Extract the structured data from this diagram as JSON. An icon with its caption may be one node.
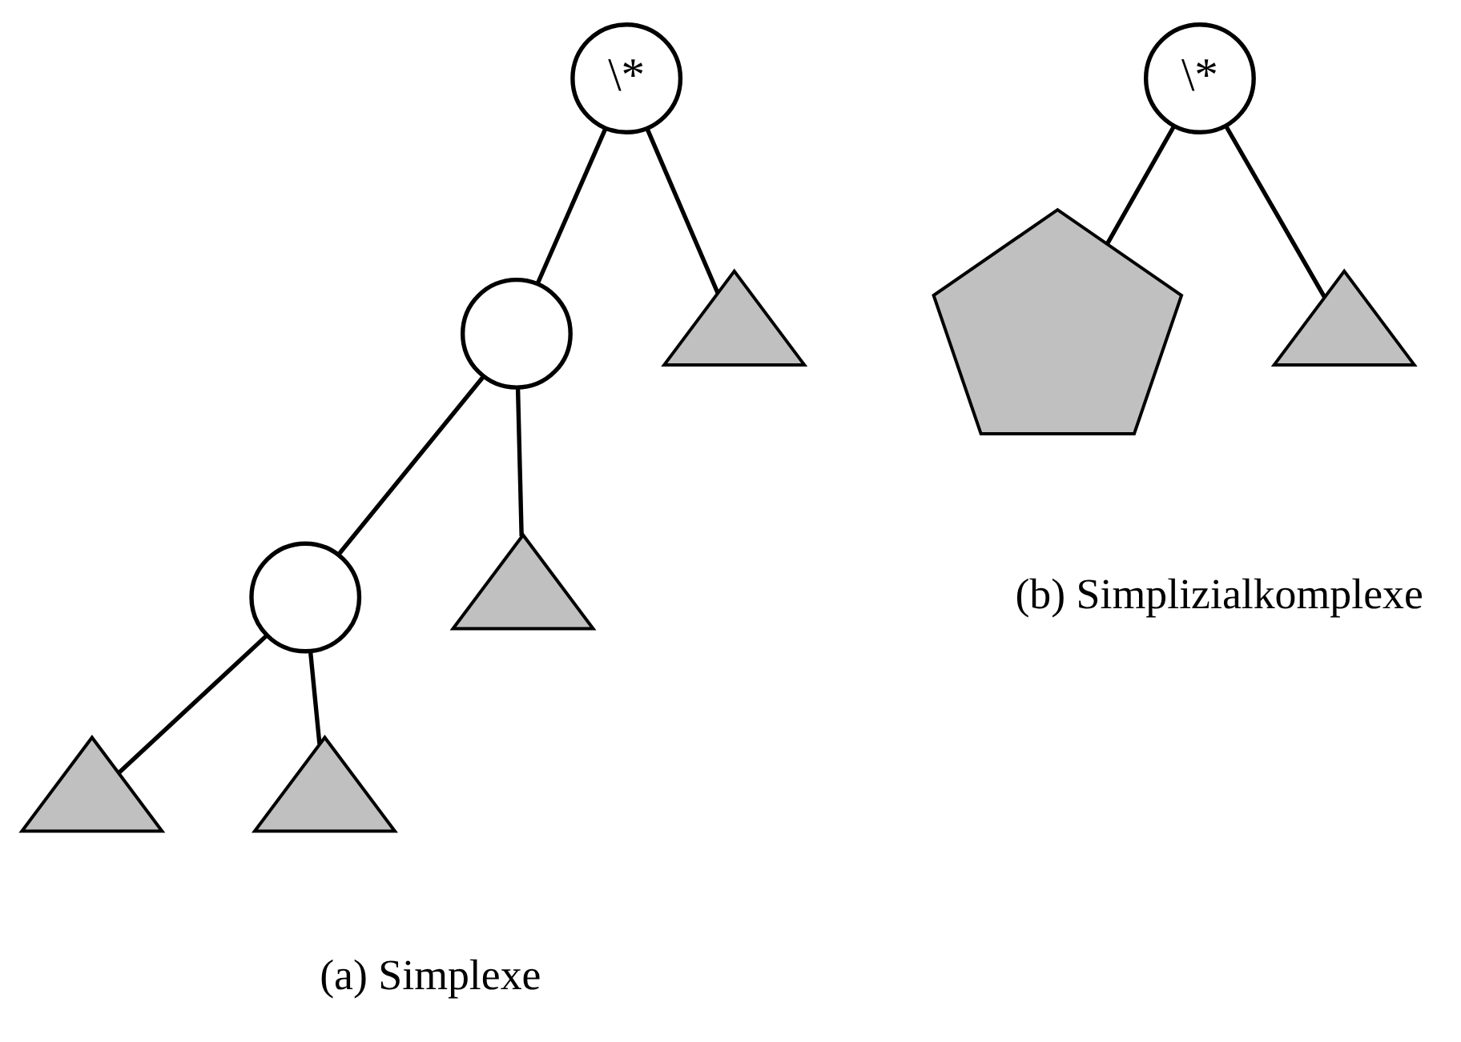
{
  "diagram": {
    "nodes": [
      {
        "text": [
          "\\*"
        ]
      },
      {
        "text": [],
        "shape": "circle"
      },
      {
        "text": [],
        "shape": "triangle"
      },
      {
        "text": [],
        "shape": "circle"
      },
      {
        "text": [],
        "shape": "triangle"
      },
      {
        "text": [],
        "shape": "triangle"
      },
      {
        "text": [],
        "shape": "triangle"
      },
      {
        "text": [
          "\\*"
        ]
      },
      {
        "text": [],
        "shape": "polygon"
      },
      {
        "text": [],
        "shape": "triangle"
      }
    ],
    "edges": [
      {
        "from": 0,
        "to": 1,
        "arrow": "none"
      },
      {
        "from": 0,
        "to": 2,
        "arrow": "none"
      },
      {
        "from": 1,
        "to": 3,
        "arrow": "none"
      },
      {
        "from": 1,
        "to": 4,
        "arrow": "none"
      },
      {
        "from": 3,
        "to": 5,
        "arrow": "none"
      },
      {
        "from": 3,
        "to": 6,
        "arrow": "none"
      },
      {
        "from": 7,
        "to": 8,
        "arrow": "none"
      },
      {
        "from": 7,
        "to": 9,
        "arrow": "none"
      }
    ],
    "labels": [
      "(a) Simplexe",
      "(b) Simplizialkomplexe"
    ]
  }
}
